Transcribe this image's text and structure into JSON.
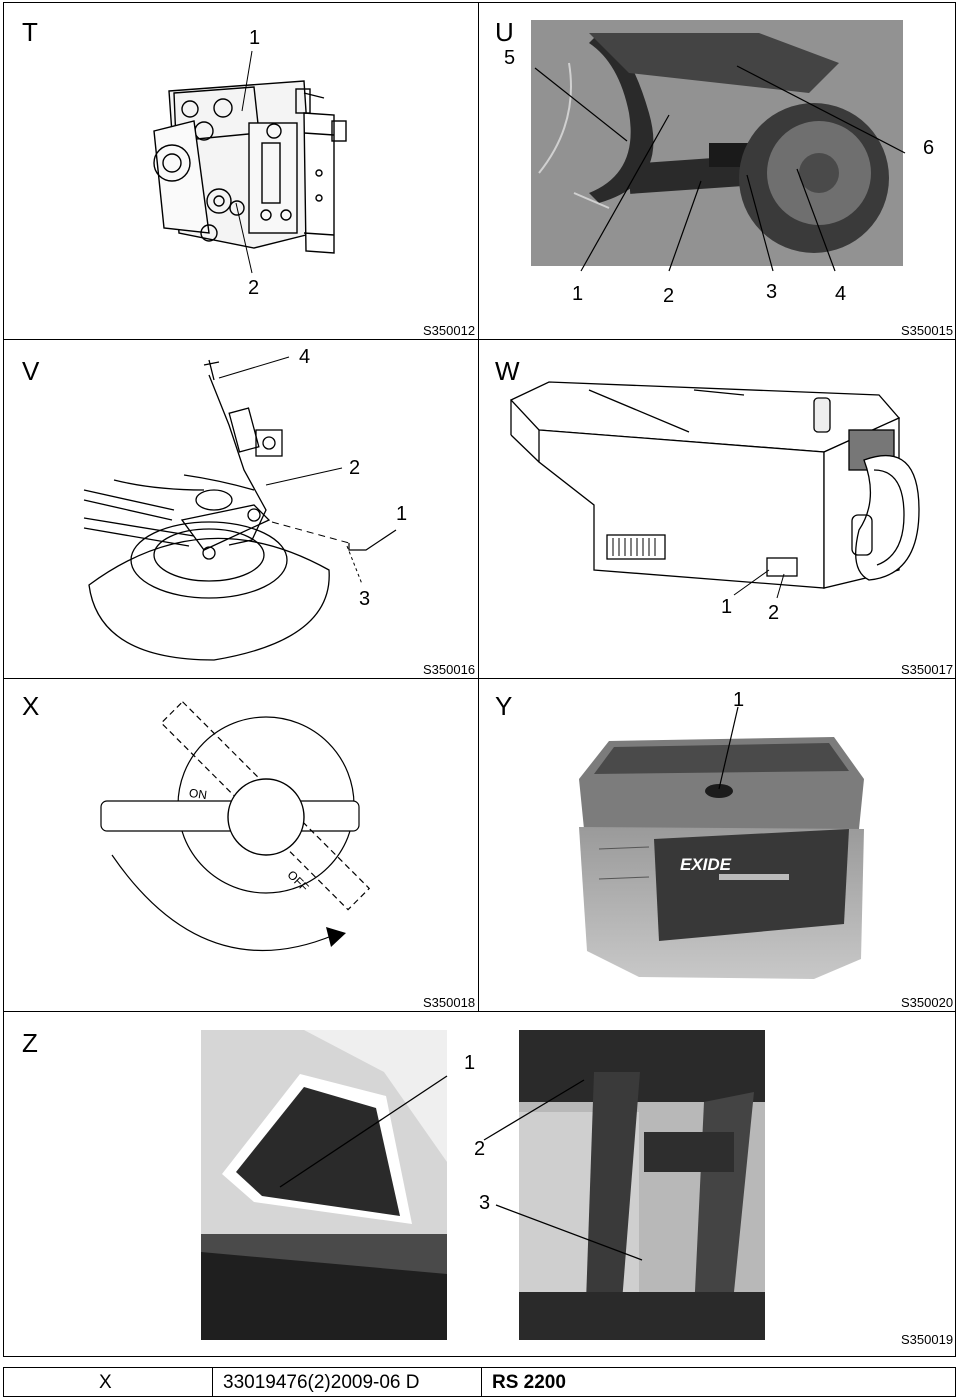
{
  "panels": {
    "T": {
      "letter": "T",
      "code": "S350012",
      "callouts": [
        "1",
        "2"
      ]
    },
    "U": {
      "letter": "U",
      "code": "S350015",
      "callouts": [
        "5",
        "6",
        "1",
        "2",
        "3",
        "4"
      ]
    },
    "V": {
      "letter": "V",
      "code": "S350016",
      "callouts": [
        "4",
        "2",
        "1",
        "3"
      ]
    },
    "W": {
      "letter": "W",
      "code": "S350017",
      "callouts": [
        "1",
        "2"
      ]
    },
    "X": {
      "letter": "X",
      "code": "S350018",
      "on_label": "ON",
      "off_label": "OFF"
    },
    "Y": {
      "letter": "Y",
      "code": "S350020",
      "callouts": [
        "1"
      ],
      "brand": "EXIDE"
    },
    "Z": {
      "letter": "Z",
      "code": "S350019",
      "callouts": [
        "1",
        "2",
        "3"
      ]
    }
  },
  "footer": {
    "section": "X",
    "doc_number": "33019476(2)2009-06 D",
    "model": "RS 2200"
  }
}
